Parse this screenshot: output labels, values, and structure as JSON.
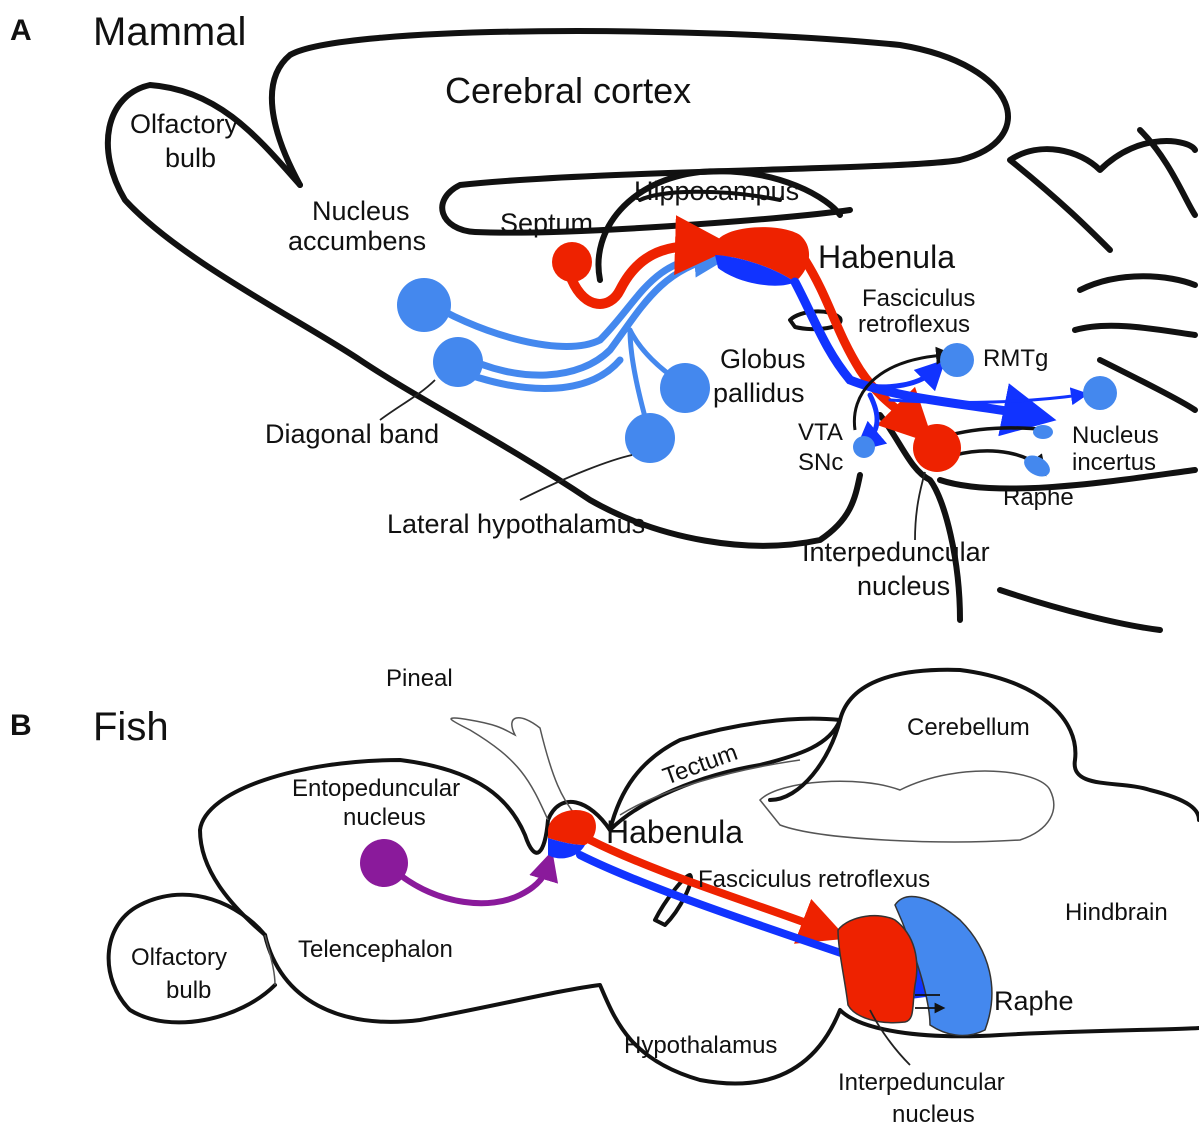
{
  "panel_a": {
    "letter": "A",
    "title": "Mammal",
    "labels": {
      "cerebral_cortex": "Cerebral cortex",
      "olfactory_1": "Olfactory",
      "olfactory_2": "bulb",
      "hippocampus": "Hippocampus",
      "nucleus_acc_1": "Nucleus",
      "nucleus_acc_2": "accumbens",
      "septum": "Septum",
      "habenula": "Habenula",
      "fr_1": "Fasciculus",
      "fr_2": "retroflexus",
      "rmtg": "RMTg",
      "globus_1": "Globus",
      "globus_2": "pallidus",
      "vta": "VTA",
      "snc": "SNc",
      "incertus_1": "Nucleus",
      "incertus_2": "incertus",
      "raphe": "Raphe",
      "diagonal": "Diagonal band",
      "lat_hypo": "Lateral hypothalamus",
      "ipn_1": "Interpeduncular",
      "ipn_2": "nucleus"
    }
  },
  "panel_b": {
    "letter": "B",
    "title": "Fish",
    "labels": {
      "pineal": "Pineal",
      "tectum": "Tectum",
      "cerebellum": "Cerebellum",
      "ento_1": "Entopeduncular",
      "ento_2": "nucleus",
      "habenula": "Habenula",
      "fr": "Fasciculus retroflexus",
      "hindbrain": "Hindbrain",
      "olfactory_1": "Olfactory",
      "olfactory_2": "bulb",
      "telencephalon": "Telencephalon",
      "raphe": "Raphe",
      "hypothalamus": "Hypothalamus",
      "ipn_1": "Interpeduncular",
      "ipn_2": "nucleus"
    }
  },
  "colors": {
    "red": "#ee2200",
    "blue": "#1133ff",
    "light_blue": "#4488ee",
    "purple": "#8a1a9b",
    "outline": "#111111"
  }
}
